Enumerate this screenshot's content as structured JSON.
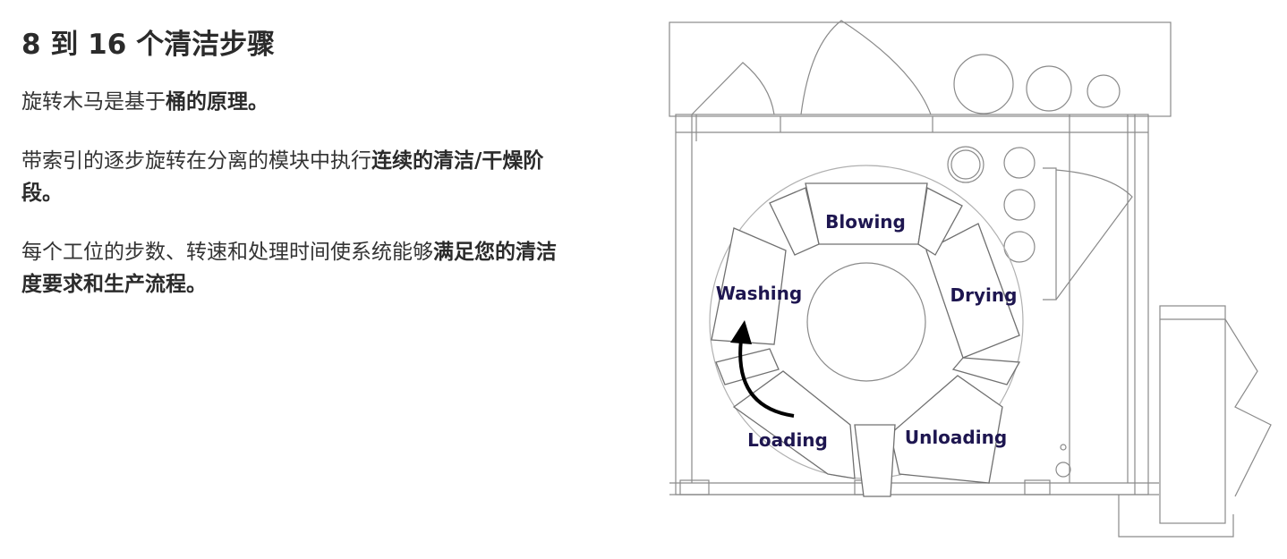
{
  "heading": "8 到 16 个清洁步骤",
  "paragraphs": [
    [
      {
        "text": "旋转木马是基于",
        "bold": false
      },
      {
        "text": "桶的原理。",
        "bold": true
      }
    ],
    [
      {
        "text": "带索引的逐步旋转在分离的模块中执行",
        "bold": false
      },
      {
        "text": "连续的清洁/干燥阶段。",
        "bold": true
      }
    ],
    [
      {
        "text": "每个工位的步数、转速和处理时间使系统能够",
        "bold": false
      },
      {
        "text": "满足您的清洁度要求和生产流程。",
        "bold": true
      }
    ]
  ],
  "diagram": {
    "stations": [
      "Blowing",
      "Drying",
      "Unloading",
      "Loading",
      "Washing"
    ],
    "colors": {
      "label": "#1e1650",
      "line": "#8a8a8a",
      "arrow": "#000000"
    }
  }
}
